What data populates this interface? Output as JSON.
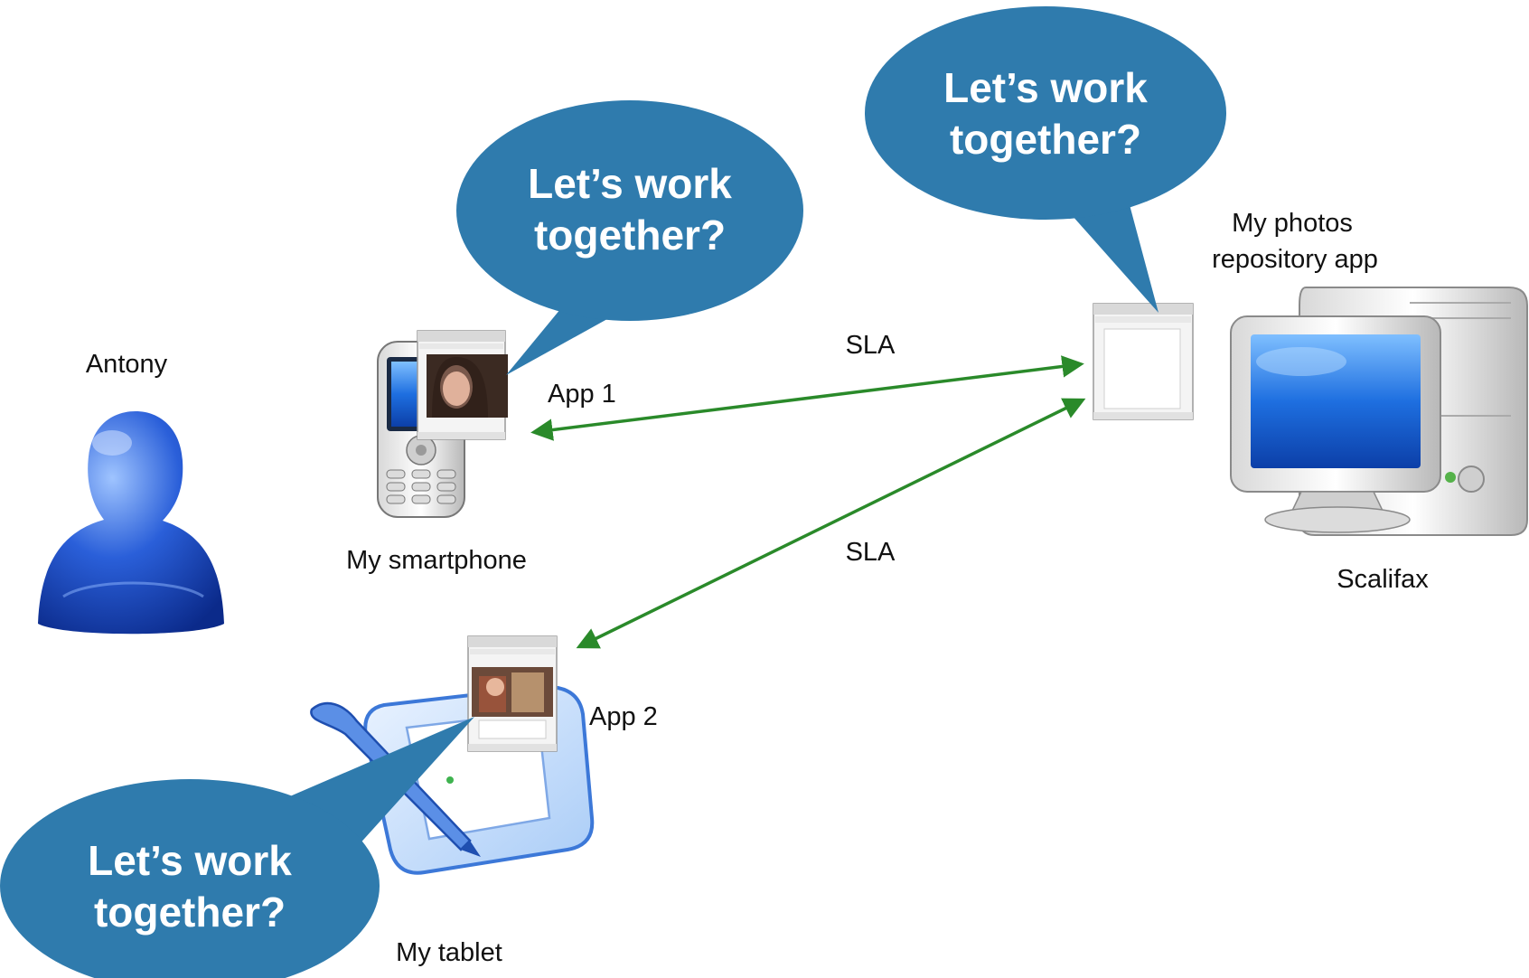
{
  "colors": {
    "bubble": "#2f7bad",
    "arrow": "#2a8a2a",
    "device_blue": "#2a6fd6",
    "screen_gray": "#e6e6e6"
  },
  "labels": {
    "user": "Antony",
    "smartphone": "My smartphone",
    "tablet": "My tablet",
    "server": "Scalifax",
    "app1": "App 1",
    "app2": "App 2",
    "repo_line1": "My photos",
    "repo_line2": "repository app",
    "sla_top": "SLA",
    "sla_bottom": "SLA"
  },
  "bubbles": [
    {
      "id": "smartphone",
      "line1": "Let’s work",
      "line2": "together?"
    },
    {
      "id": "server",
      "line1": "Let’s work",
      "line2": "together?"
    },
    {
      "id": "tablet",
      "line1": "Let’s work",
      "line2": "together?"
    }
  ],
  "icons": {
    "user": "person-icon",
    "smartphone": "smartphone-icon",
    "tablet": "graphics-tablet-icon",
    "server": "desktop-computer-icon",
    "app_window": "app-window-icon"
  }
}
